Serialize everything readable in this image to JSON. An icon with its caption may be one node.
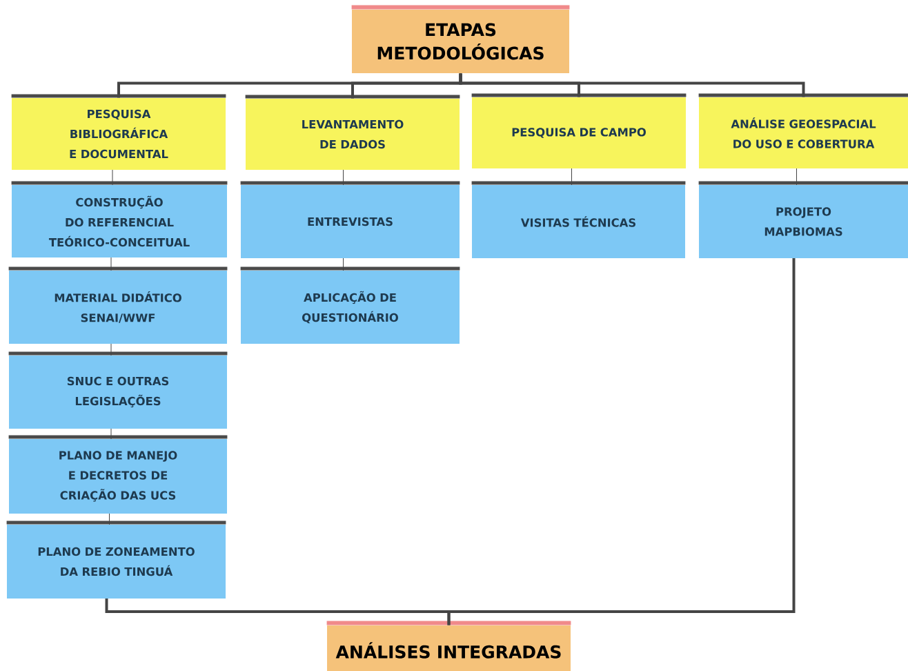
{
  "diagram": {
    "nodes": [
      {
        "text": [
          "ETAPAS METODOLÓGICAS"
        ]
      },
      {
        "text": [
          "PESQUISA BIBLIOGRÁFICA E DOCUMENTAL"
        ]
      },
      {
        "text": [
          "LEVANTAMENTO DE DADOS"
        ]
      },
      {
        "text": [
          "PESQUISA DE CAMPO"
        ]
      },
      {
        "text": [
          "ANÁLISE GEOESPACIAL DO USO E COBERTURA"
        ]
      },
      {
        "text": [
          "CONSTRUÇÃO DO REFERENCIAL TEÓRICO-CONCEITUAL"
        ]
      },
      {
        "text": [
          "ENTREVISTAS"
        ]
      },
      {
        "text": [
          "VISITAS TÉCNICAS"
        ]
      },
      {
        "text": [
          "PROJETO MAPBIOMAS"
        ]
      },
      {
        "text": [
          "MATERIAL DIDÁTICO SENAI/WWF"
        ]
      },
      {
        "text": [
          "APLICAÇÃO DE QUESTIONÁRIO"
        ]
      },
      {
        "text": [
          "SNUC E OUTRAS LEGISLAÇÕES"
        ]
      },
      {
        "text": [
          "PLANO DE MANEJO E DECRETOS DE CRIAÇÃO DAS UCS"
        ]
      },
      {
        "text": [
          "PLANO DE ZONEAMENTO DA REBIO TINGUÁ"
        ]
      },
      {
        "text": [
          "ANÁLISES INTEGRADAS"
        ]
      }
    ],
    "edges": [
      {
        "from": 0,
        "to": 1,
        "arrow": "none",
        "style": "thick"
      },
      {
        "from": 0,
        "to": 2,
        "arrow": "none",
        "style": "thick"
      },
      {
        "from": 0,
        "to": 3,
        "arrow": "none",
        "style": "thick"
      },
      {
        "from": 0,
        "to": 4,
        "arrow": "none",
        "style": "thick"
      },
      {
        "from": 1,
        "to": 5,
        "arrow": "none"
      },
      {
        "from": 5,
        "to": 9,
        "arrow": "none"
      },
      {
        "from": 9,
        "to": 11,
        "arrow": "none"
      },
      {
        "from": 11,
        "to": 12,
        "arrow": "none"
      },
      {
        "from": 12,
        "to": 13,
        "arrow": "none"
      },
      {
        "from": 2,
        "to": 6,
        "arrow": "none"
      },
      {
        "from": 6,
        "to": 10,
        "arrow": "none"
      },
      {
        "from": 3,
        "to": 7,
        "arrow": "none"
      },
      {
        "from": 4,
        "to": 8,
        "arrow": "none"
      },
      {
        "from": 13,
        "to": 14,
        "arrow": "none",
        "style": "thick"
      },
      {
        "from": 8,
        "to": 14,
        "arrow": "none",
        "style": "thick"
      }
    ]
  }
}
